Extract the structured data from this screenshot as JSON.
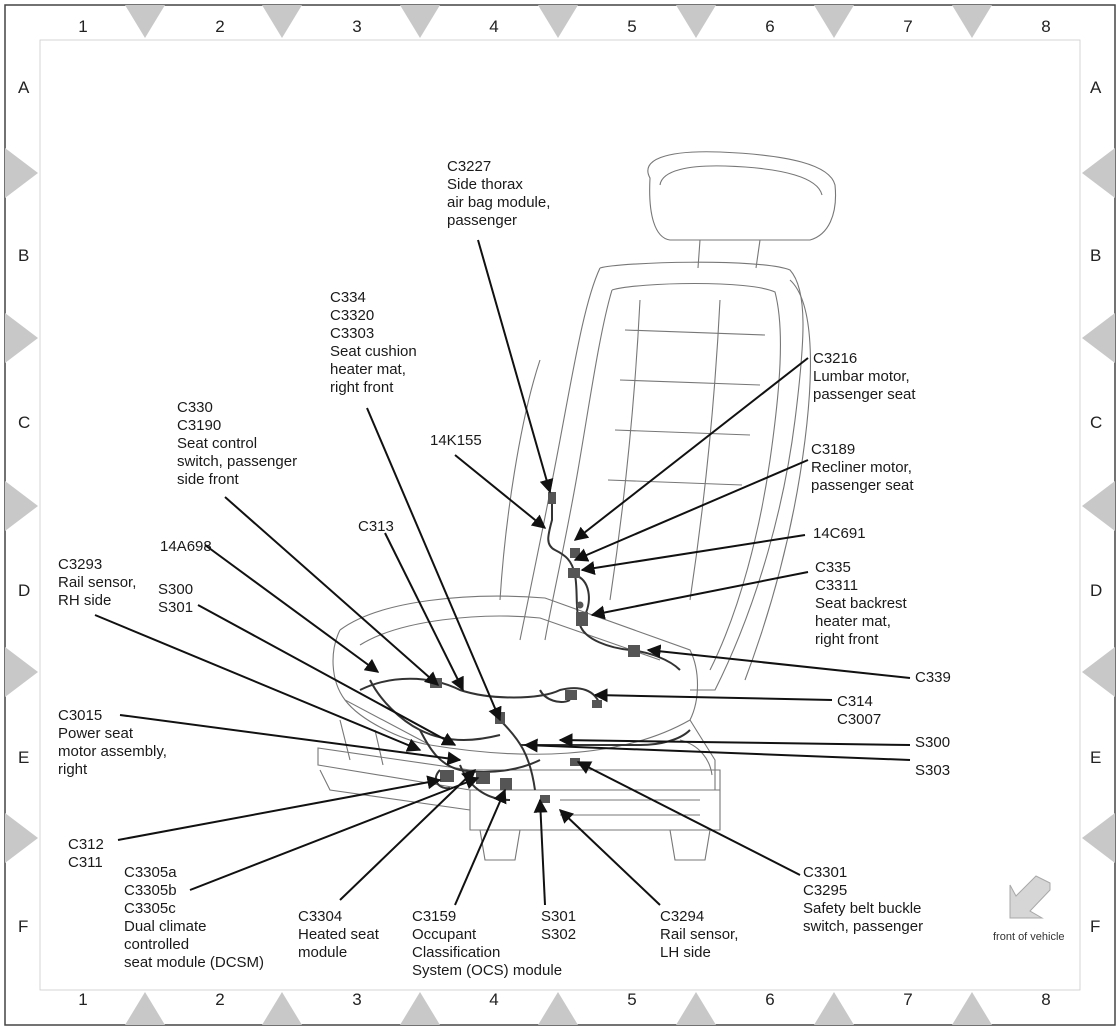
{
  "grid": {
    "columns": [
      "1",
      "2",
      "3",
      "4",
      "5",
      "6",
      "7",
      "8"
    ],
    "rows": [
      "A",
      "B",
      "C",
      "D",
      "E",
      "F"
    ]
  },
  "callouts": {
    "c3227": "C3227\nSide thorax\nair bag module,\npassenger",
    "c334": "C334\nC3320\nC3303\nSeat cushion\nheater mat,\nright front",
    "c330": "C330\nC3190\nSeat control\nswitch, passenger\nside front",
    "k14k155": "14K155",
    "c313": "C313",
    "a14a698": "14A698",
    "c3293": "C3293\nRail sensor,\nRH side",
    "s300s301": "S300\nS301",
    "c3015": "C3015\nPower seat\nmotor assembly,\nright",
    "c312": "C312\nC311",
    "c3305": "C3305a\nC3305b\nC3305c\nDual climate\ncontrolled\nseat module (DCSM)",
    "c3304": "C3304\nHeated seat\nmodule",
    "c3159": "C3159\nOccupant\nClassification\nSystem (OCS) module",
    "s301s302": "S301\nS302",
    "c3294": "C3294\nRail sensor,\nLH side",
    "c3301": "C3301\nC3295\nSafety belt buckle\nswitch, passenger",
    "c3216": "C3216\nLumbar motor,\npassenger seat",
    "c3189": "C3189\nRecliner motor,\npassenger seat",
    "c14c691": "14C691",
    "c335": "C335\nC3311\nSeat backrest\nheater mat,\nright front",
    "c339": "C339",
    "c314": "C314\nC3007",
    "s300": "S300",
    "s303": "S303"
  },
  "orientation": {
    "label": "front of vehicle",
    "icon": "arrow-down-left-icon"
  }
}
